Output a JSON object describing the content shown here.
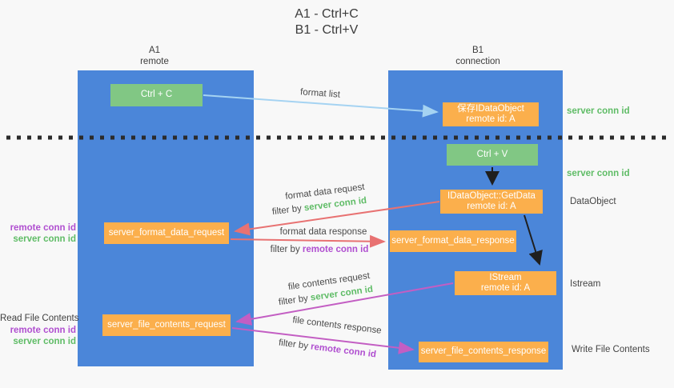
{
  "title": {
    "line1": "A1 - Ctrl+C",
    "line2": "B1 - Ctrl+V"
  },
  "columns": {
    "left": {
      "name": "A1",
      "subtitle": "remote"
    },
    "right": {
      "name": "B1",
      "subtitle": "connection"
    }
  },
  "nodes": {
    "ctrl_c": {
      "label": "Ctrl + C"
    },
    "ctrl_v": {
      "label": "Ctrl + V"
    },
    "save_dataobject": {
      "line1": "保存IDataObject",
      "line2": "remote id: A"
    },
    "getdata": {
      "line1": "IDataObject::GetData",
      "line2": "remote id: A"
    },
    "istream": {
      "line1": "IStream",
      "line2": "remote id: A"
    },
    "server_format_data_request": {
      "label": "server_format_data_request"
    },
    "server_format_data_response": {
      "label": "server_format_data_response"
    },
    "server_file_contents_request": {
      "label": "server_file_contents_request"
    },
    "server_file_contents_response": {
      "label": "server_file_contents_response"
    }
  },
  "edges": {
    "format_list": {
      "label": "format list"
    },
    "format_data_request": {
      "label": "format data request",
      "filter_prefix": "filter by",
      "filter_key": "server conn id"
    },
    "format_data_response": {
      "label": "format data response",
      "filter_prefix": "filter by",
      "filter_key": "remote conn id"
    },
    "file_contents_request": {
      "label": "file contents request",
      "filter_prefix": "filter by",
      "filter_key": "server conn id"
    },
    "file_contents_response": {
      "label": "file contents response",
      "filter_prefix": "filter by",
      "filter_key": "remote conn id"
    }
  },
  "side_labels": {
    "server_conn_id_top": "server conn id",
    "server_conn_id_mid": "server conn id",
    "dataobject": "DataObject",
    "istream": "Istream",
    "write_file_contents": "Write File Contents",
    "read_file_contents": "Read File Contents",
    "format_remote_conn_id": "remote conn id",
    "format_server_conn_id": "server conn id",
    "file_remote_conn_id": "remote conn id",
    "file_server_conn_id": "server conn id"
  },
  "colors": {
    "column_blue": "#4b86d9",
    "node_green": "#81c784",
    "node_orange": "#fbaf4c",
    "arrow_light_blue": "#a5d3f2",
    "arrow_red": "#e87272",
    "arrow_magenta": "#c35ec3",
    "arrow_black": "#1f1f1f",
    "text_green": "#5fbc66",
    "text_purple": "#b04fd0",
    "background": "#f8f8f8"
  }
}
